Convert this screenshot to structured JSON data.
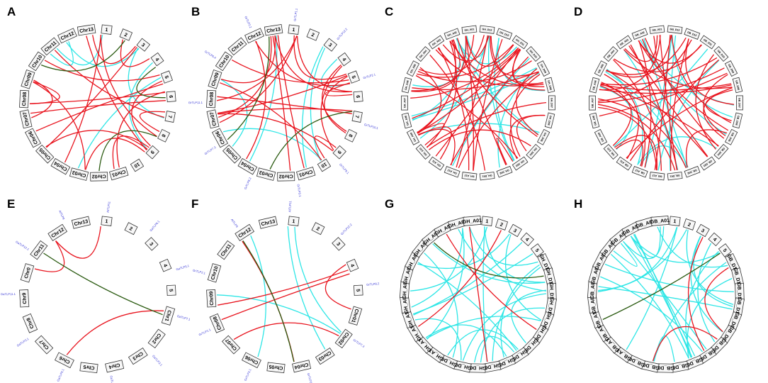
{
  "colors": {
    "segmental": "#e8141e",
    "dark": "#2a5a10",
    "tandem": "#2ee6e6",
    "gene_label": "#3a3ad6"
  },
  "panels": [
    {
      "letter": "A",
      "chromosomes": [
        "1",
        "2",
        "3",
        "4",
        "5",
        "6",
        "7",
        "8",
        "9",
        "10",
        "Chr01",
        "Chr02",
        "Chr03",
        "Chr04",
        "Chr05",
        "Chr06",
        "Chr07",
        "Chr08",
        "Chr09",
        "Chr10",
        "Chr11",
        "Chr12",
        "Chr13"
      ],
      "red_links": 20,
      "dark_links": 3,
      "cyan_links": 6
    },
    {
      "letter": "B",
      "chromosomes": [
        "1",
        "2",
        "3",
        "4",
        "5",
        "6",
        "7",
        "8",
        "9",
        "10",
        "Chr01",
        "Chr02",
        "Chr03",
        "Chr04",
        "Chr05",
        "Chr06",
        "Chr07",
        "Chr08",
        "Chr09",
        "Chr10",
        "Chr11",
        "Chr12",
        "Chr13"
      ],
      "red_links": 22,
      "dark_links": 2,
      "cyan_links": 6,
      "gene_labels": [
        "GrTLP12.2",
        "GrTLP2.1",
        "GrTLP10.1",
        "GrTLP9.1",
        "GrTLP3.1",
        "GrTLP8.2",
        "GrTLP7.3",
        "GrTLP11.1",
        "GrTLP6.4",
        "GrTLP2.2",
        "GrTLP1.1"
      ]
    },
    {
      "letter": "C",
      "chromosomes": [
        "GH_D13",
        "GH_D12",
        "GH_D11",
        "GH_D10",
        "GH_D09",
        "GH_D08",
        "GH_D07",
        "GH_D06",
        "GH_D05",
        "GH_D04",
        "GH_D03",
        "GH_D02",
        "GH_D01",
        "GH_A13",
        "GH_A12",
        "GH_A11",
        "GH_A10",
        "GH_A09",
        "GH_A08",
        "GH_A07",
        "GH_A06",
        "GH_A05",
        "GH_A04",
        "GH_A03",
        "GH_A02",
        "GH_A01"
      ],
      "red_links": 42,
      "dark_links": 0,
      "cyan_links": 14
    },
    {
      "letter": "D",
      "chromosomes": [
        "GB_D13",
        "GB_D12",
        "GB_D11",
        "GB_D10",
        "GB_D09",
        "GB_D08",
        "GB_D07",
        "GB_D06",
        "GB_D05",
        "GB_D04",
        "GB_D03",
        "GB_D02",
        "GB_D01",
        "GB_A13",
        "GB_A12",
        "GB_A11",
        "GB_A10",
        "GB_A09",
        "GB_A08",
        "GB_A07",
        "GB_A06",
        "GB_A05",
        "GB_A04",
        "GB_A03",
        "GB_A02",
        "GB_A01"
      ],
      "red_links": 42,
      "dark_links": 0,
      "cyan_links": 14
    },
    {
      "letter": "E",
      "chromosomes": [
        "1",
        "2",
        "3",
        "4",
        "5",
        "Chr1",
        "Chr2",
        "Chr3",
        "Chr4",
        "Chr5",
        "Chr6",
        "Chr7",
        "Chr8",
        "Chr9",
        "Chr0",
        "Chr11",
        "Chr12",
        "Chr13"
      ],
      "red_links": 3,
      "dark_links": 1,
      "cyan_links": 0,
      "gene_labels": [
        "GaTLP6.1",
        "GaTLP5.1",
        "GaTLP7.1",
        "GaTLP2.1",
        "GaTLP8.1",
        "GaTLP9.1",
        "GaTLP3.1",
        "GaTLP11.1",
        "GaTLP12.1",
        "AtTLP9",
        "AtTLP11"
      ]
    },
    {
      "letter": "F",
      "chromosomes": [
        "1",
        "2",
        "3",
        "4",
        "5",
        "Chr01",
        "Chr02",
        "Chr03",
        "Chr04",
        "Chr05",
        "Chr06",
        "Chr07",
        "Chr08",
        "Chr09",
        "Chr10",
        "Chr11",
        "Chr12",
        "Chr13"
      ],
      "red_links": 5,
      "dark_links": 1,
      "cyan_links": 4,
      "gene_labels": [
        "GrTLP12.2",
        "GrTLP8.2",
        "GrTLP7.3",
        "GrTLP2.3",
        "GrTLP3.1",
        "GrTLP1.1",
        "GrTLP2.1",
        "AtTLP9",
        "AtTLP11"
      ]
    },
    {
      "letter": "G",
      "chromosomes": [
        "1",
        "2",
        "3",
        "4",
        "5",
        "GH_D13",
        "GH_D12",
        "GH_D11",
        "GH_D10",
        "GH_D09",
        "GH_D08",
        "GH_D07",
        "GH_D06",
        "GH_D05",
        "GH_D04",
        "GH_D03",
        "GH_D02",
        "GH_D01",
        "GH_A13",
        "GH_A12",
        "GH_A11",
        "GH_A10",
        "GH_A09",
        "GH_A08",
        "GH_A07",
        "GH_A06",
        "GH_A05",
        "GH_A04",
        "GH_A03",
        "GH_A02",
        "GH_A01"
      ],
      "red_links": 3,
      "dark_links": 1,
      "cyan_links": 24
    },
    {
      "letter": "H",
      "chromosomes": [
        "1",
        "2",
        "3",
        "4",
        "5",
        "GB_D13",
        "GB_D12",
        "GB_D11",
        "GB_D10",
        "GB_D09",
        "GB_D08",
        "GB_D07",
        "GB_D06",
        "GB_D05",
        "GB_D04",
        "GB_D03",
        "GB_D02",
        "GB_D01",
        "GB_A13",
        "GB_A12",
        "GB_A11",
        "GB_A10",
        "GB_A09",
        "GB_A08",
        "GB_A07",
        "GB_A06",
        "GB_A05",
        "GB_A04",
        "GB_A03",
        "GB_A02",
        "GB_A01"
      ],
      "red_links": 3,
      "dark_links": 1,
      "cyan_links": 24
    }
  ]
}
